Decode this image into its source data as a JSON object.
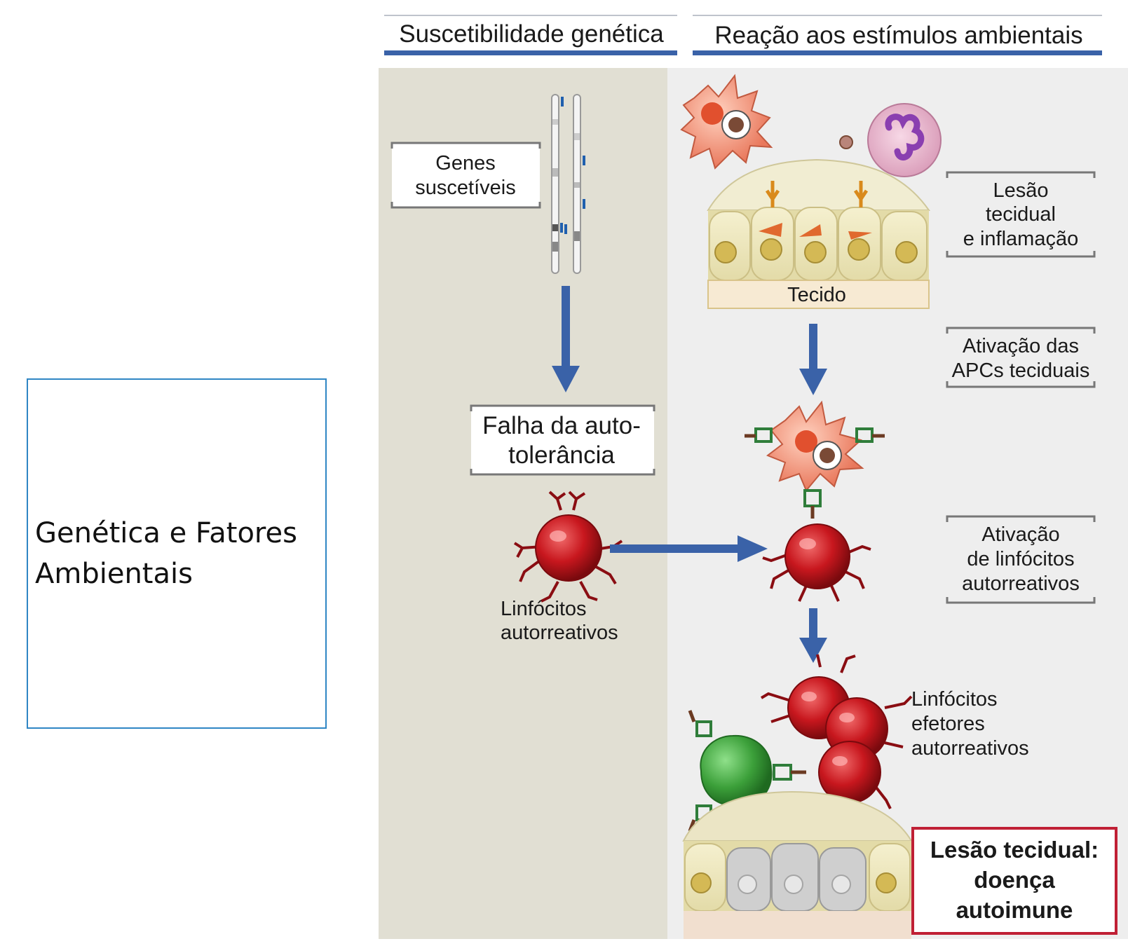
{
  "side_box": {
    "text": "Genética e Fatores\nAmbientais"
  },
  "headers": {
    "left": "Suscetibilidade genética",
    "right": "Reação aos estímulos ambientais"
  },
  "labels": {
    "genes_line1": "Genes",
    "genes_line2": "suscetíveis",
    "failure_line1": "Falha da auto-",
    "failure_line2": "tolerância",
    "lymph_left_line1": "Linfócitos",
    "lymph_left_line2": "autorreativos",
    "tissue": "Tecido",
    "injury_line1": "Lesão",
    "injury_line2": "tecidual",
    "injury_line3": "e inflamação",
    "apc_line1": "Ativação das",
    "apc_line2": "APCs teciduais",
    "activation_line1": "Ativação",
    "activation_line2": "de linfócitos",
    "activation_line3": "autorreativos",
    "effector_line1": "Linfócitos",
    "effector_line2": "efetores",
    "effector_line3": "autorreativos",
    "outcome_line1": "Lesão tecidual:",
    "outcome_line2": "doença",
    "outcome_line3": "autoimune"
  },
  "colors": {
    "left_panel_bg": "#e1dfd3",
    "right_panel_bg": "#eeeeee",
    "arrow_blue": "#3a62a8",
    "lymphocyte_red": "#c8171e",
    "outcome_border": "#c02035"
  }
}
